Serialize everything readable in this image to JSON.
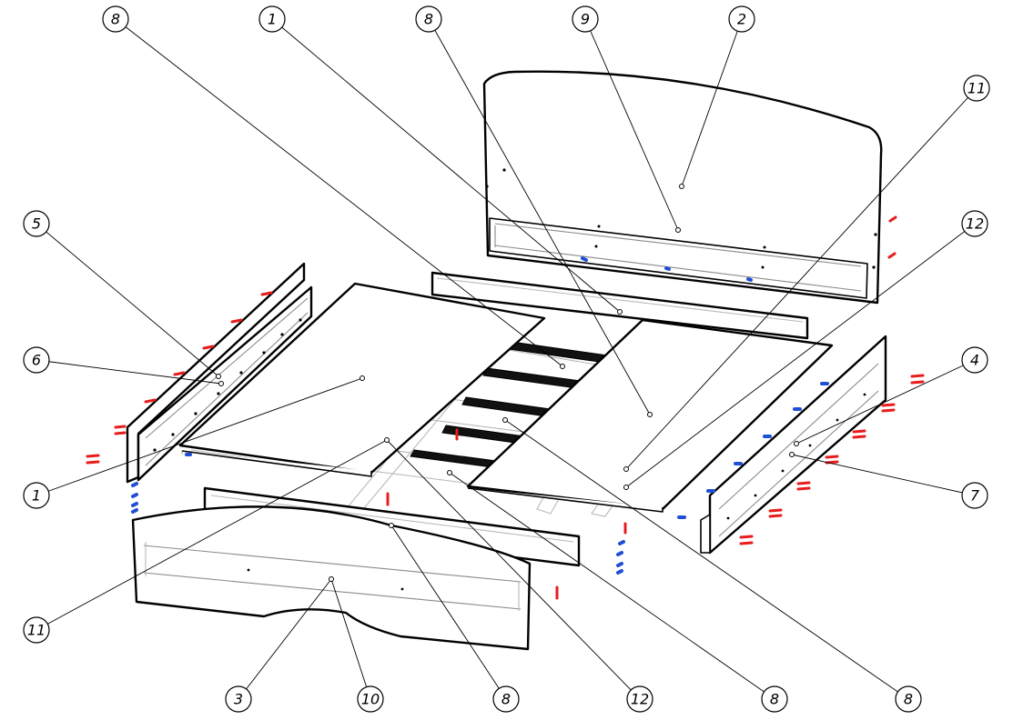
{
  "drawing": {
    "title": "",
    "colors": {
      "line": "#000000",
      "hardware_red": "#e81c1c",
      "hardware_blue": "#1f4fd6",
      "ghost": "#b8b8b8"
    }
  },
  "callouts": [
    {
      "id": "c-top-8a",
      "label": "8"
    },
    {
      "id": "c-top-1",
      "label": "1"
    },
    {
      "id": "c-top-8b",
      "label": "8"
    },
    {
      "id": "c-top-9",
      "label": "9"
    },
    {
      "id": "c-top-2",
      "label": "2"
    },
    {
      "id": "c-right-11",
      "label": "11"
    },
    {
      "id": "c-right-12",
      "label": "12"
    },
    {
      "id": "c-right-4",
      "label": "4"
    },
    {
      "id": "c-right-7",
      "label": "7"
    },
    {
      "id": "c-left-5",
      "label": "5"
    },
    {
      "id": "c-left-6",
      "label": "6"
    },
    {
      "id": "c-left-1",
      "label": "1"
    },
    {
      "id": "c-left-11",
      "label": "11"
    },
    {
      "id": "c-bot-3",
      "label": "3"
    },
    {
      "id": "c-bot-10",
      "label": "10"
    },
    {
      "id": "c-bot-8a",
      "label": "8"
    },
    {
      "id": "c-bot-12",
      "label": "12"
    },
    {
      "id": "c-bot-8b",
      "label": "8"
    },
    {
      "id": "c-bot-8c",
      "label": "8"
    }
  ]
}
